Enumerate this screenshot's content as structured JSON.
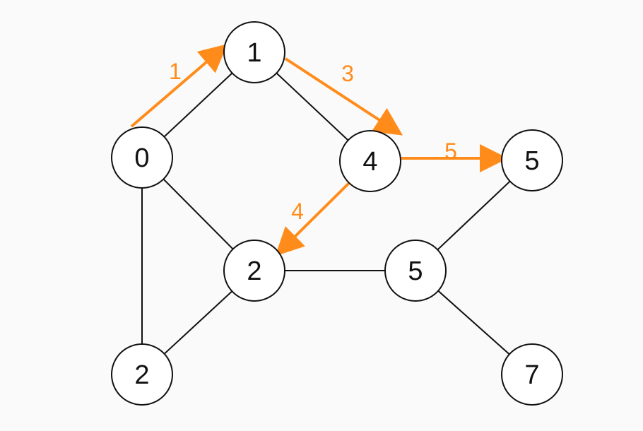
{
  "diagram": {
    "accent_color": "#ff8c1a",
    "line_color": "#111111",
    "nodes": [
      {
        "id": "top",
        "label": "1"
      },
      {
        "id": "left",
        "label": "0"
      },
      {
        "id": "center-right",
        "label": "4"
      },
      {
        "id": "far-right",
        "label": "5"
      },
      {
        "id": "center",
        "label": "2"
      },
      {
        "id": "center-east",
        "label": "5"
      },
      {
        "id": "bottom-left",
        "label": "2"
      },
      {
        "id": "bottom-right",
        "label": "7"
      }
    ],
    "edges": [
      {
        "from": "left",
        "to": "top"
      },
      {
        "from": "top",
        "to": "center-right"
      },
      {
        "from": "left",
        "to": "center"
      },
      {
        "from": "left",
        "to": "bottom-left"
      },
      {
        "from": "center",
        "to": "bottom-left"
      },
      {
        "from": "center",
        "to": "center-east"
      },
      {
        "from": "center-east",
        "to": "far-right"
      },
      {
        "from": "center-east",
        "to": "bottom-right"
      }
    ],
    "path_arrows": [
      {
        "from": "left",
        "to": "top",
        "label": "1"
      },
      {
        "from": "top",
        "to": "center-right",
        "label": "3"
      },
      {
        "from": "center-right",
        "to": "far-right",
        "label": "5"
      },
      {
        "from": "center-right",
        "to": "center",
        "label": "4"
      }
    ]
  }
}
